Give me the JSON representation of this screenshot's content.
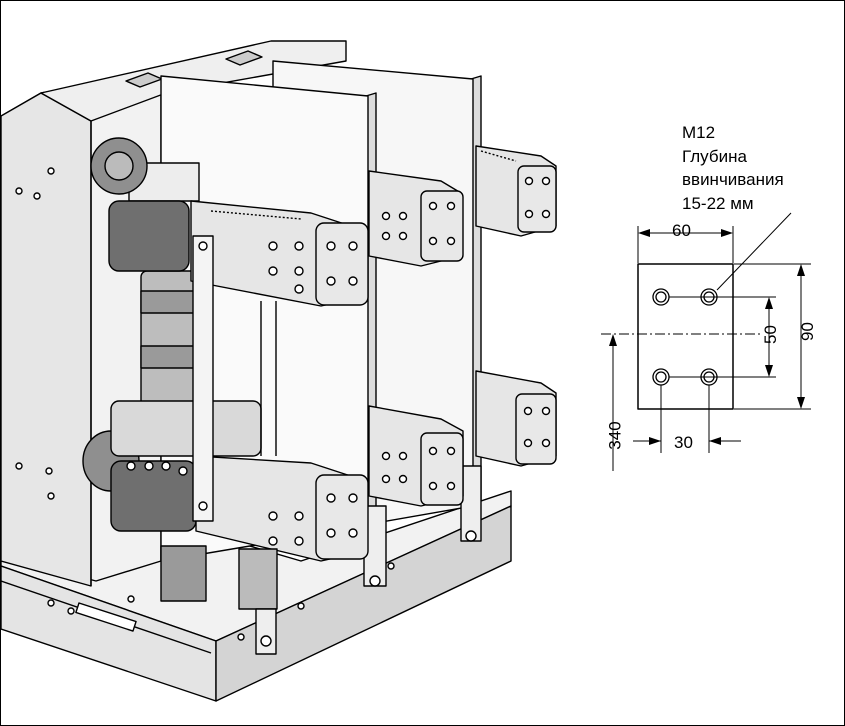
{
  "annotation": {
    "thread": "M12",
    "line1": "Глубина",
    "line2": "ввинчивания",
    "line3": "15-22 мм"
  },
  "dimensions": {
    "width_top": "60",
    "height_right": "90",
    "pitch_vertical": "50",
    "pitch_horizontal": "30",
    "offset_vertical": "340"
  },
  "colors": {
    "line": "#000000",
    "panel": "#f2f2f2",
    "shade": "#cfcfcf",
    "dark": "#8a8a8a",
    "terminal": "#e6e6e6"
  }
}
